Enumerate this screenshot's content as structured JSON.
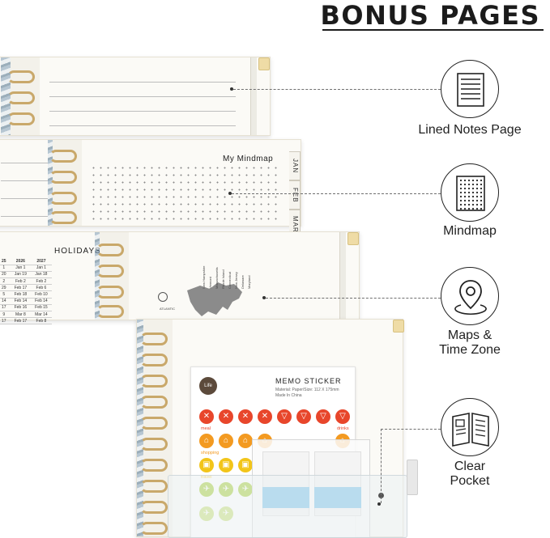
{
  "header": {
    "title": "BONUS PAGES"
  },
  "features": [
    {
      "label": "Lined Notes Page",
      "icon": "lined-notes-icon"
    },
    {
      "label": "Mindmap",
      "icon": "dot-grid-icon"
    },
    {
      "label": "Maps &\nTime Zone",
      "icon": "map-pin-icon"
    },
    {
      "label": "Clear\nPocket",
      "icon": "open-book-icon"
    }
  ],
  "mindmap_page": {
    "title": "My Mindmap",
    "month_tabs": [
      "JAN",
      "FEB",
      "MAR"
    ]
  },
  "holidays_page": {
    "title": "HOLIDAYS",
    "columns": [
      "25",
      "2026",
      "2027"
    ],
    "rows": [
      [
        "1",
        "Jan 1",
        "Jan 1"
      ],
      [
        "20",
        "Jan 19",
        "Jan 18"
      ],
      [
        "2",
        "Feb 2",
        "Feb 2"
      ],
      [
        "29",
        "Feb 17",
        "Feb 6"
      ],
      [
        "5",
        "Feb 18",
        "Feb 10"
      ],
      [
        "14",
        "Feb 14",
        "Feb 14"
      ],
      [
        "17",
        "Feb 16",
        "Feb 15"
      ],
      [
        "9",
        "Mar 8",
        "Mar 14"
      ],
      [
        "17",
        "Feb 17",
        "Feb 8"
      ]
    ],
    "map_labels": [
      "New Hampshire",
      "Vermont",
      "Massachusetts",
      "Rhode Island",
      "Connecticut",
      "New Jersey",
      "Delaware",
      "Maryland"
    ],
    "ocean_label": "ATLANTIC"
  },
  "sticker": {
    "title": "MEMO STICKER",
    "material": "Material: Paper/Size: 112 X 175mm",
    "origin": "Made In China",
    "badge": "Life",
    "categories": [
      "meal",
      "drinks",
      "shopping",
      "travel"
    ]
  },
  "colors": {
    "red": "#e8462b",
    "orange": "#f39a21",
    "yellow": "#f2c51a",
    "green": "#a7cf3a",
    "blue_flag": "#7cc3e8",
    "gold": "#c9a86a"
  }
}
